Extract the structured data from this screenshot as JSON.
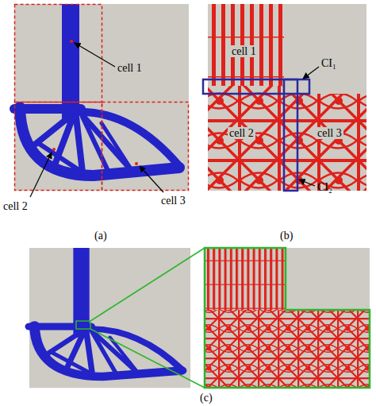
{
  "diagram": {
    "labels": [
      "cell 1",
      "cell 2",
      "cell 3",
      "(a)",
      "cell 1",
      "CI₁",
      "cell 2",
      "cell 3",
      "CI₂",
      "(b)",
      "(c)"
    ]
  }
}
